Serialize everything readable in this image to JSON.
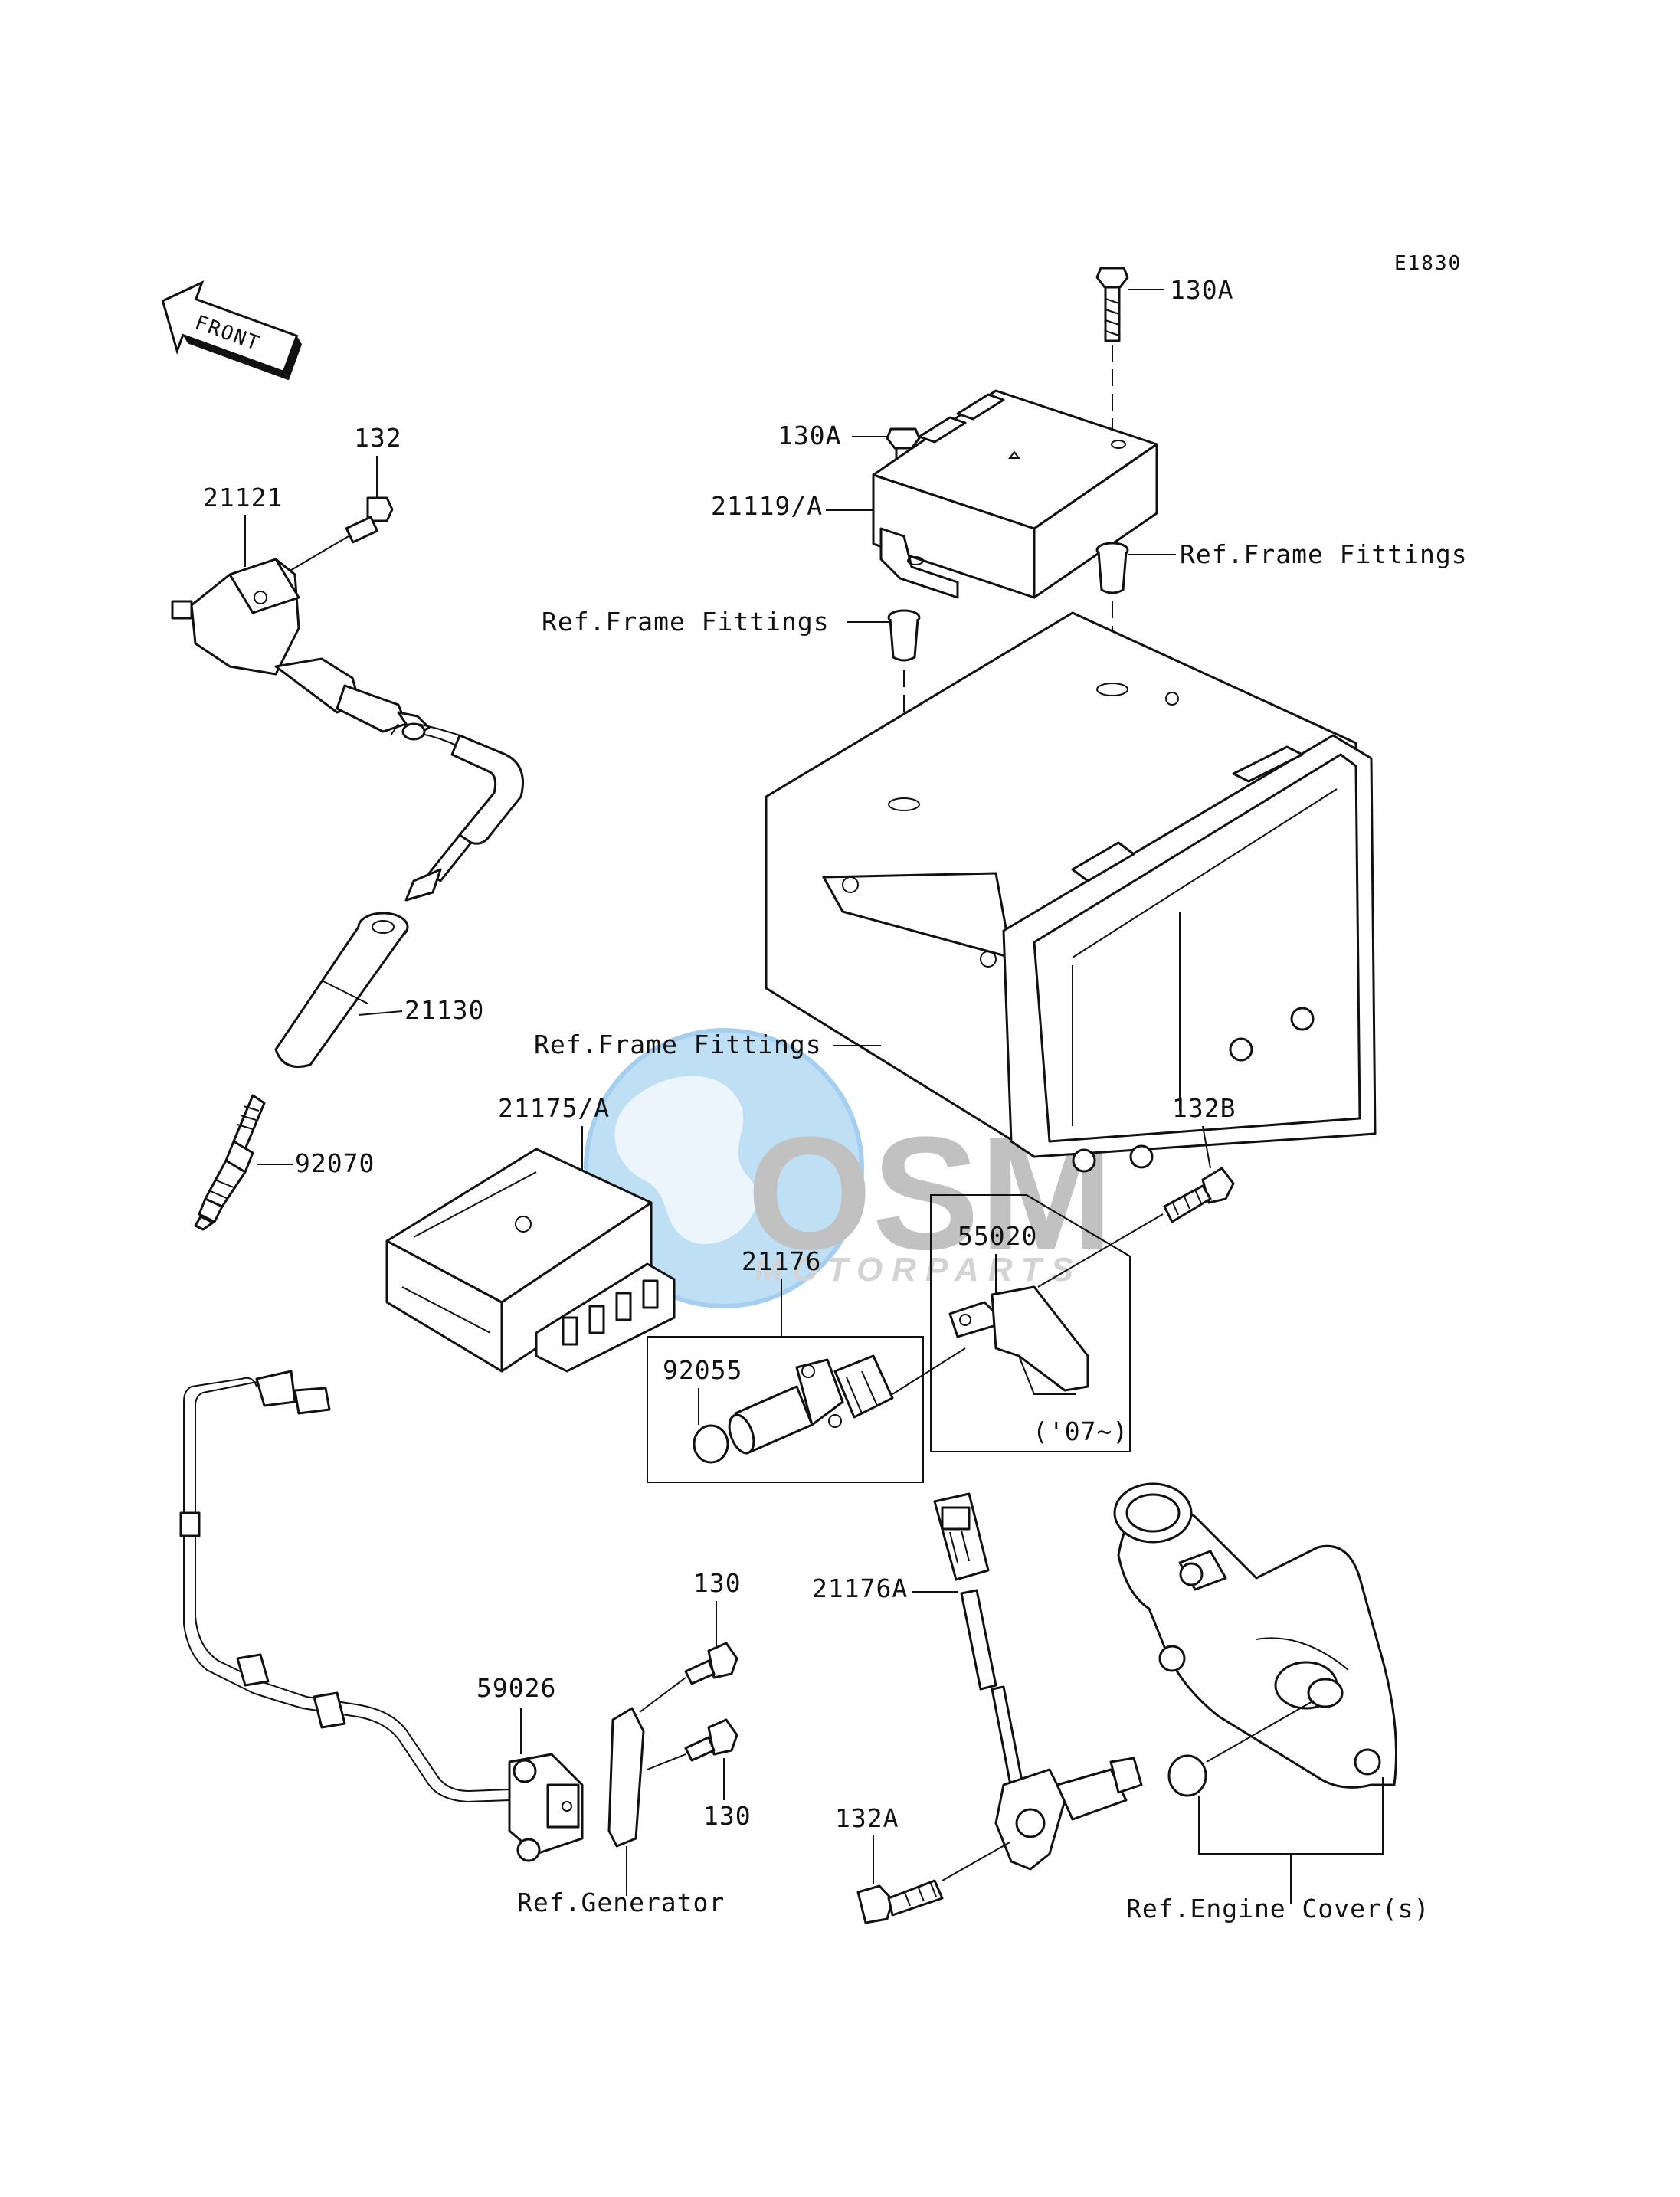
{
  "diagram_code": "E1830",
  "front_arrow_text": "FRONT",
  "watermark": {
    "brand": "OSM",
    "sub": "MOTORPARTS",
    "colors": {
      "globe": "#5aa9e6",
      "letters": "#9a9a9a"
    }
  },
  "labels": {
    "bolt_130A_left": "130A",
    "bolt_130A_right": "130A",
    "regulator": "21119/A",
    "ref_frame_right": "Ref.Frame Fittings",
    "ref_frame_left": "Ref.Frame Fittings",
    "ref_frame_box": "Ref.Frame Fittings",
    "bolt_132": "132",
    "ignition_coil": "21121",
    "plug_cap": "21130",
    "spark_plug": "92070",
    "cdi_unit": "21175/A",
    "bolt_132B": "132B",
    "bracket": "55020",
    "speed_sensor": "21176",
    "oring": "92055",
    "year_note": "('07~)",
    "bolt_130_top": "130",
    "pickup_coil": "59026",
    "bolt_130_bottom": "130",
    "ref_generator": "Ref.Generator",
    "sensor_21176A": "21176A",
    "bolt_132A": "132A",
    "ref_engine_cover": "Ref.Engine Cover(s)"
  }
}
